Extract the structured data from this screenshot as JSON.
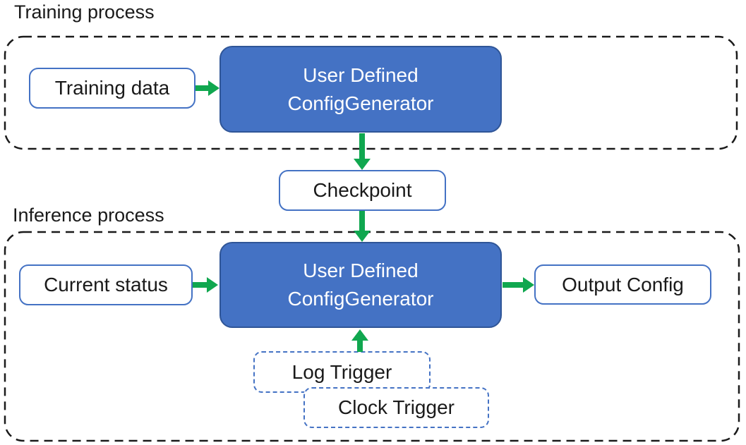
{
  "colors": {
    "accent_blue": "#4472C4",
    "accent_blue_dark": "#2F5597",
    "arrow_green": "#10A74F",
    "container_dash": "#1a1a1a",
    "label_text": "#1a1a1a",
    "box_text": "#1a1a1a",
    "blue_box_text": "#ffffff"
  },
  "training": {
    "label": "Training process",
    "training_data": "Training data",
    "generator_line1": "User Defined",
    "generator_line2": "ConfigGenerator"
  },
  "checkpoint": {
    "label": "Checkpoint"
  },
  "inference": {
    "label": "Inference process",
    "current_status": "Current status",
    "generator_line1": "User Defined",
    "generator_line2": "ConfigGenerator",
    "output_config": "Output Config",
    "log_trigger": "Log Trigger",
    "clock_trigger": "Clock Trigger"
  }
}
